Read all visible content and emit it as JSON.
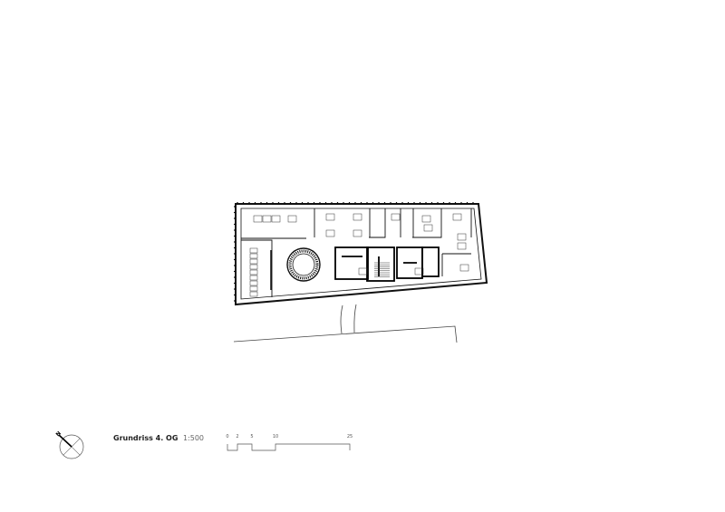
{
  "drawing": {
    "title": "Grundriss 4. OG",
    "scale": "1:500",
    "north_label": "N",
    "scale_bar_ticks": [
      "0",
      "2",
      "5",
      "10",
      "25"
    ],
    "line_color": "#1a1a1a"
  }
}
